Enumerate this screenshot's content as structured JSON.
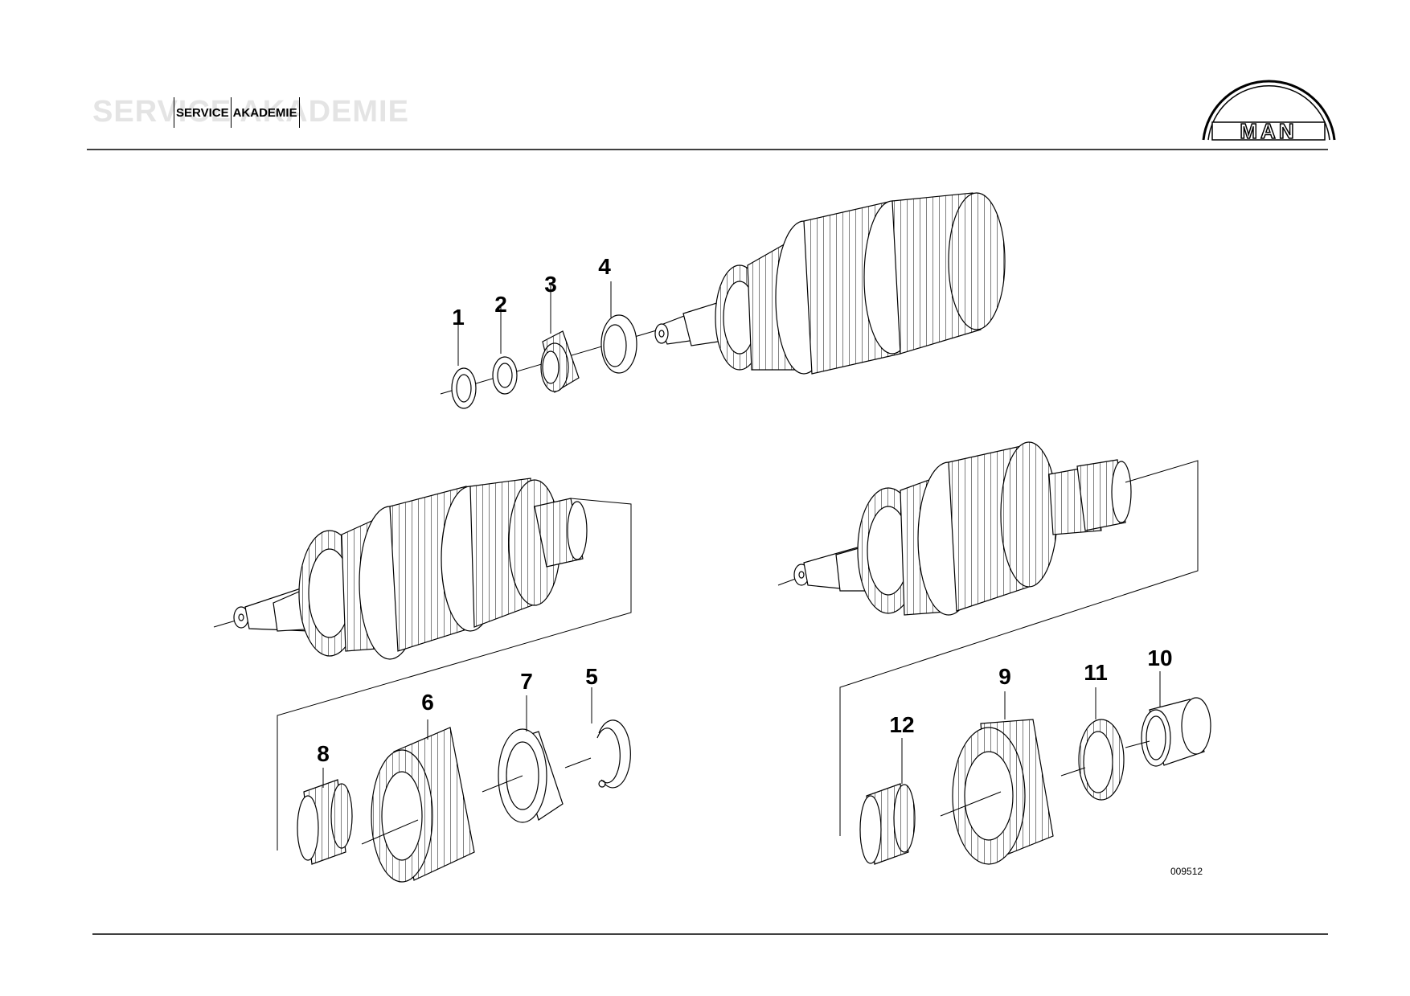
{
  "header": {
    "ghost_text": "SERVICE AKADEMIE",
    "label_left": "SERVICE",
    "label_right": "AKADEMIE",
    "logo_text": "MAN"
  },
  "diagram": {
    "callouts": [
      "1",
      "2",
      "3",
      "4",
      "5",
      "6",
      "7",
      "8",
      "9",
      "10",
      "11",
      "12"
    ],
    "drawing_number": "009512"
  }
}
